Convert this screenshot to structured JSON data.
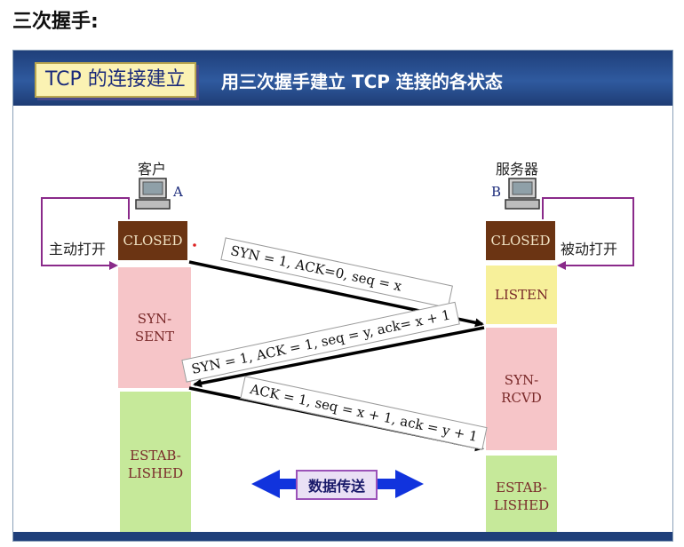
{
  "page": {
    "heading": "三次握手:"
  },
  "slide": {
    "title": "TCP 的连接建立",
    "subtitle": "用三次握手建立 TCP 连接的各状态"
  },
  "client": {
    "name": "客户",
    "letter": "A",
    "open_label": "主动打开",
    "states": [
      "CLOSED",
      "SYN-\nSENT",
      "ESTAB-\nLISHED"
    ]
  },
  "server": {
    "name": "服务器",
    "letter": "B",
    "open_label": "被动打开",
    "states": [
      "CLOSED",
      "LISTEN",
      "SYN-\nRCVD",
      "ESTAB-\nLISHED"
    ]
  },
  "messages": [
    "SYN = 1, ACK=0,   seq = x",
    "SYN = 1, ACK = 1, seq = y, ack= x + 1",
    "ACK = 1, seq = x + 1, ack = y + 1"
  ],
  "transfer_label": "数据传送",
  "colors": {
    "closed": "#6b3413",
    "listen": "#f7f09a",
    "syn": "#f6c5c8",
    "established": "#c6e99a",
    "banner": "#1f3f7a",
    "loop_arrow": "#8a2a8a",
    "transfer_arrow": "#1133dd"
  }
}
